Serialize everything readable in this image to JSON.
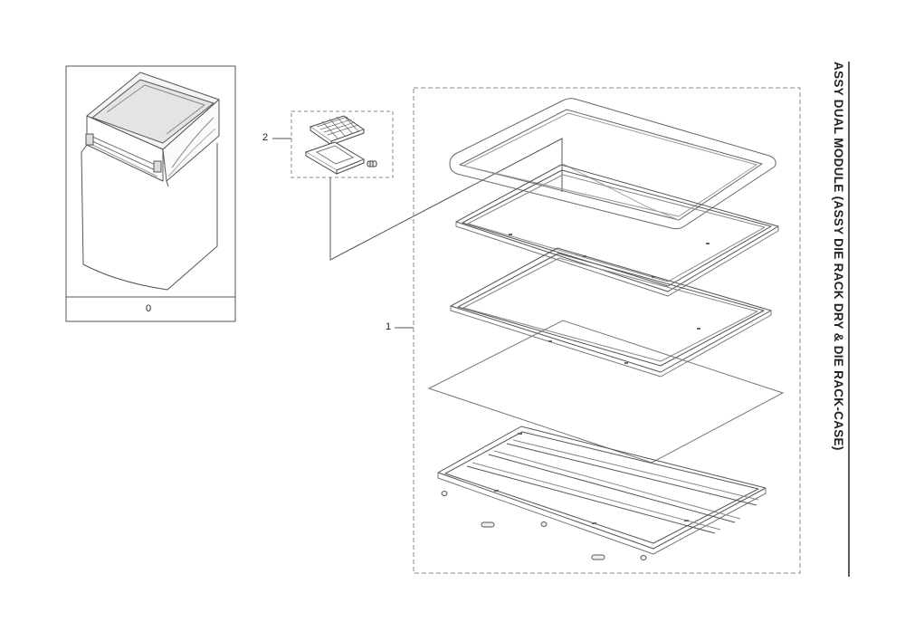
{
  "title": "ASSY DUAL MODULE (ASSY DIE RACK DRY &  DIE RACK-CASE)",
  "callouts": {
    "part_0": "0",
    "part_1": "1",
    "part_2": "2"
  },
  "colors": {
    "line": "#4a4a4a",
    "dash": "#9a9a9a",
    "text": "#222222"
  }
}
